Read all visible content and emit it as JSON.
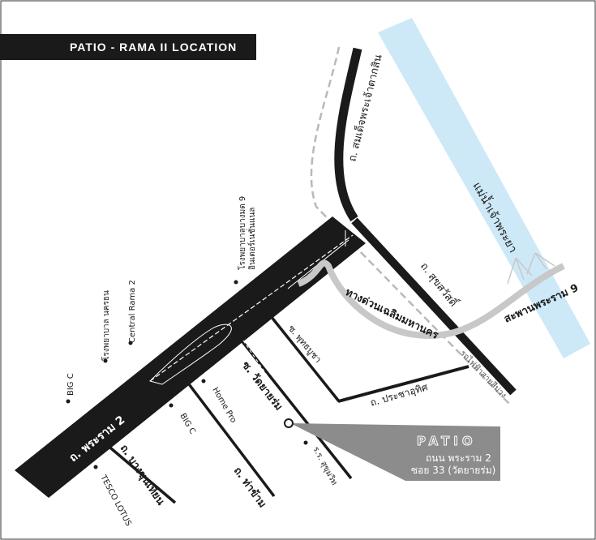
{
  "title": "PATIO - RAMA II LOCATION",
  "colors": {
    "river": "#cde9f7",
    "main_road": "#1a1a1a",
    "expressway": "#c8c8c8",
    "rail": "#b9b9b9",
    "callout": "#8c8c8c",
    "frame": "#333333"
  },
  "river_label": "แม่น้ำเจ้าพระยา",
  "bridge_label": "สะพานพระราม 9",
  "expressway_label": "ทางด่วนเฉลิมมหานคร",
  "rail_label": "รถไฟฟ้าสายสีม่วง",
  "roads": {
    "taksin": "ถ. สมเด็จพระเจ้าตากสิน",
    "suksawat": "ถ. สุขสวัสดิ์",
    "rama2": "ถ. พระราม 2",
    "pracha_uthit": "ถ. ประชาอุทิศ",
    "wutthakat": "ซ. วัดยายร่ม",
    "phutthabucha": "ซ. พุทธบูชา",
    "bang_khun_thian": "ถ. บางขุนเทียน",
    "tha_kham": "ถ. ท่าข้าม"
  },
  "landmarks": {
    "hospital_9": "โรงพยาบาลบางมด 9",
    "hospital_9_line2": "อินเตอร์เนชั่นแนล",
    "hospital_nakorn": "โรงพยาบาล นครธน",
    "central": "Central Rama 2",
    "bigc_1": "BIG C",
    "bigc_2": "BIG C",
    "home_pro": "Home Pro",
    "tesco": "TESCO LOTUS",
    "school": "ร.ร. สุขุมวิท"
  },
  "patio": {
    "logo": "PATIO",
    "address_line1": "ถนน พระราม 2",
    "address_line2": "ซอย 33 (วัดยายร่ม)"
  }
}
